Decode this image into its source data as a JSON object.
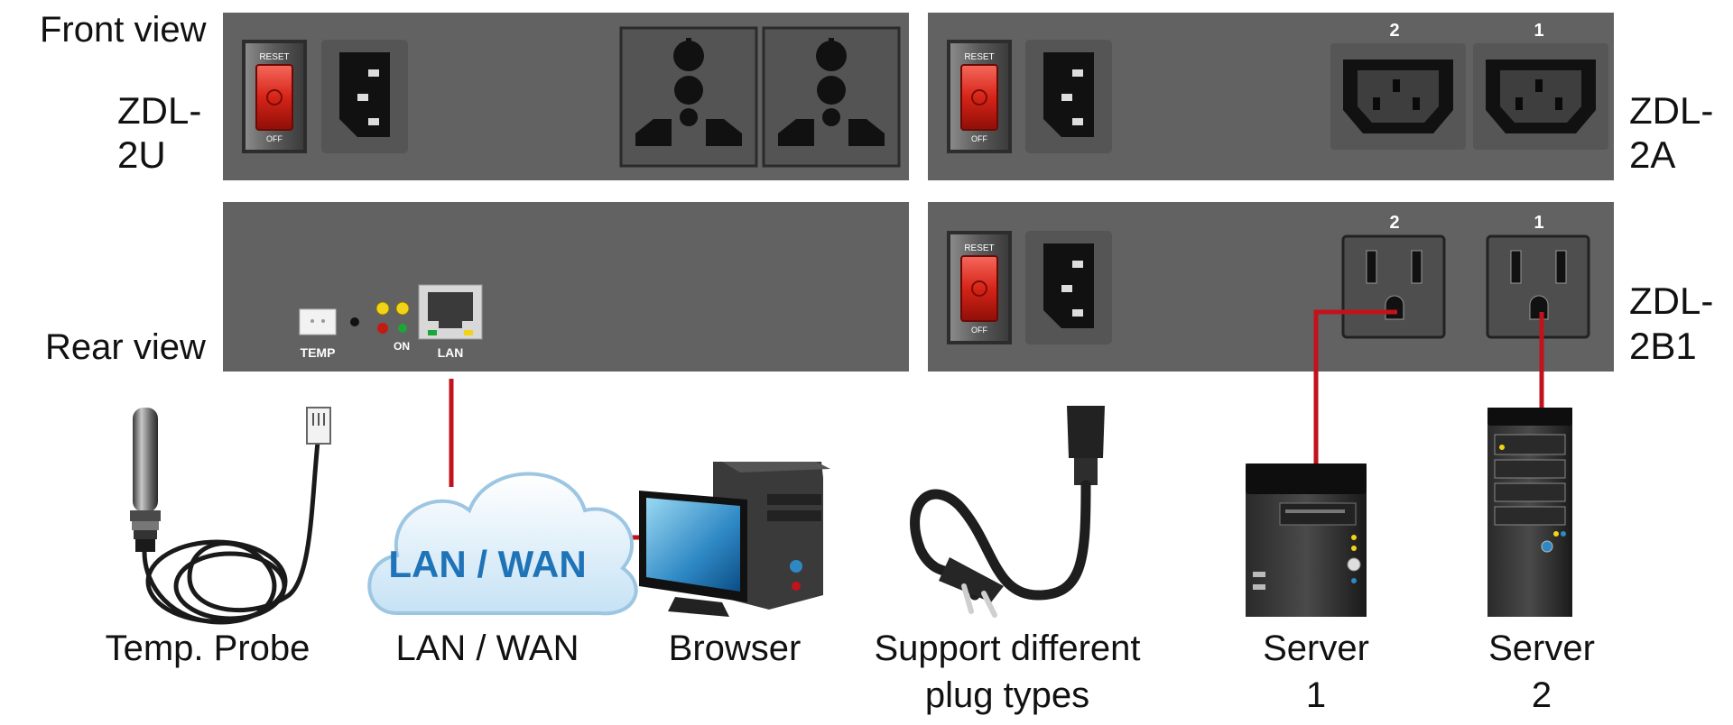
{
  "views": {
    "front": "Front view",
    "rear": "Rear view"
  },
  "models": [
    {
      "line1": "ZDL-",
      "line2": "2U"
    },
    {
      "line1": "ZDL-",
      "line2": "2A"
    },
    {
      "line1": "ZDL-",
      "line2": "2B1"
    }
  ],
  "switch": {
    "reset": "RESET",
    "off": "OFF"
  },
  "rear_panel": {
    "temp": "TEMP",
    "on": "ON",
    "lan": "LAN"
  },
  "outlet_numbers": [
    "2",
    "1"
  ],
  "cloud_label": "LAN / WAN",
  "captions": {
    "probe": "Temp. Probe",
    "network": "LAN / WAN",
    "browser": "Browser",
    "plug": [
      "Support different",
      "plug types"
    ],
    "server1": [
      "Server",
      "1"
    ],
    "server2": [
      "Server",
      "2"
    ]
  },
  "colors": {
    "panel": "#626262",
    "switch_red": "#d62418",
    "link_red": "#c2121c",
    "cloud_text": "#1f73b7"
  },
  "icons": [
    "rocker-switch-icon",
    "iec-inlet-icon",
    "universal-socket-icon",
    "c13-socket-icon",
    "nema-socket-icon",
    "rj45-port-icon",
    "cloud-icon",
    "desktop-computer-icon",
    "server-tower-icon",
    "power-plug-icon",
    "temperature-probe-icon"
  ]
}
